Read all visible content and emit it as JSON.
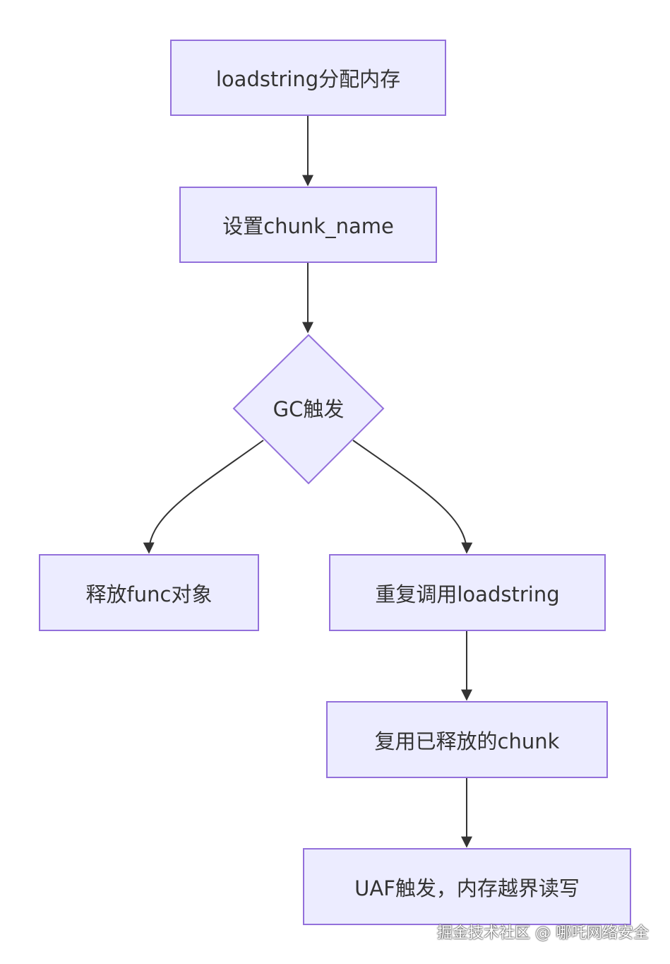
{
  "nodes": {
    "alloc": "loadstring分配内存",
    "set_chunk_name": "设置chunk_name",
    "gc_trigger": "GC触发",
    "free_func": "释放func对象",
    "repeat_call": "重复调用loadstring",
    "reuse_chunk": "复用已释放的chunk",
    "uaf": "UAF触发，内存越界读写"
  },
  "watermark": "掘金技术社区 @ 哪吒网络安全",
  "colors": {
    "node_fill": "#ECECFF",
    "node_border": "#9370DB",
    "edge": "#333333",
    "text": "#333333"
  }
}
